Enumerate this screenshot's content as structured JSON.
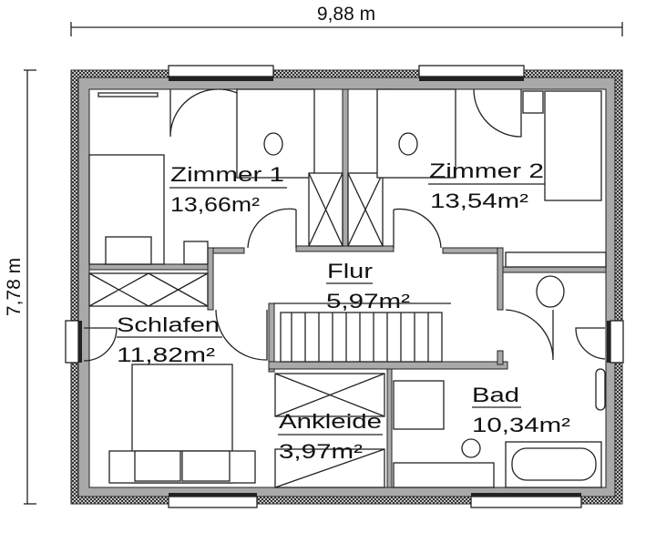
{
  "dimensions": {
    "width": "9,88 m",
    "height": "7,78 m"
  },
  "rooms": [
    {
      "name": "Zimmer 1",
      "area": "13,66m²"
    },
    {
      "name": "Zimmer 2",
      "area": "13,54m²"
    },
    {
      "name": "Flur",
      "area": "5,97m²"
    },
    {
      "name": "Schlafen",
      "area": "11,82m²"
    },
    {
      "name": "Ankleide",
      "area": "3,97m²"
    },
    {
      "name": "Bad",
      "area": "10,34m²"
    }
  ],
  "colors": {
    "wall": "#a9a9a9",
    "line": "#222222"
  }
}
